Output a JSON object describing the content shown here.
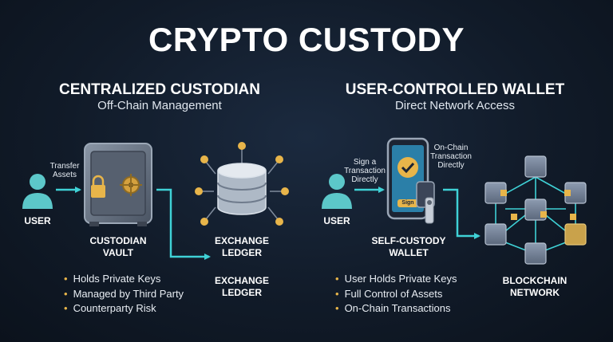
{
  "title": "CRYPTO CUSTODY",
  "left": {
    "heading": "CENTRALIZED CUSTODIAN",
    "subheading": "Off-Chain Management",
    "user_label": "USER",
    "transfer_note": [
      "Transfer",
      "Assets"
    ],
    "vault_label": [
      "CUSTODIAN",
      "VAULT"
    ],
    "ledger_top_label": [
      "EXCHANGE",
      "LEDGER"
    ],
    "ledger_bottom_label": [
      "EXCHANGE",
      "LEDGER"
    ],
    "bullets": [
      "Holds Private Keys",
      "Managed by Third Party",
      "Counterparty Risk"
    ]
  },
  "right": {
    "heading": "USER-CONTROLLED WALLET",
    "subheading": "Direct Network Access",
    "user_label": "USER",
    "sign_note": [
      "Sign a",
      "Transaction",
      "Directly"
    ],
    "onchain_note": [
      "On-Chain",
      "Transaction",
      "Directly"
    ],
    "wallet_label": [
      "SELF-CUSTODY",
      "WALLET"
    ],
    "phone_button": "Sign",
    "blockchain_label": [
      "BLOCKCHAIN",
      "NETWORK"
    ],
    "bullets": [
      "User Holds Private Keys",
      "Full Control of Assets",
      "On-Chain Transactions"
    ]
  },
  "colors": {
    "accent_teal": "#3fd1d6",
    "user_teal": "#5cc7c9",
    "gold": "#e8b54a",
    "background": "#131d2b"
  }
}
